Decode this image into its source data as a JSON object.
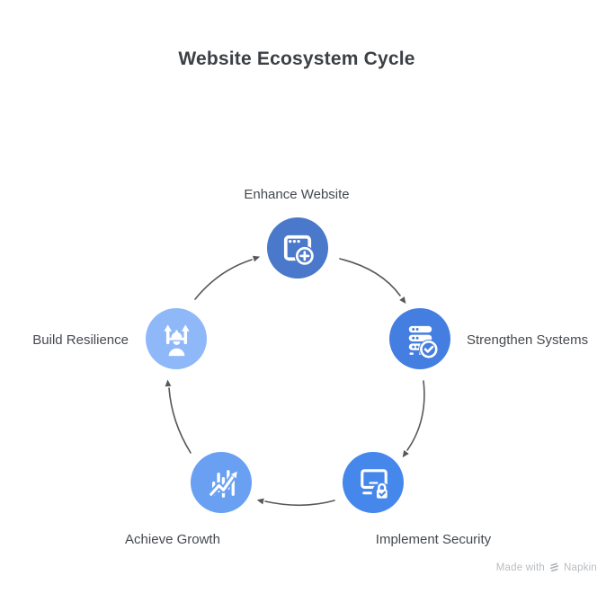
{
  "title": "Website Ecosystem Cycle",
  "nodes": [
    {
      "label": "Enhance Website",
      "icon": "browser-add-icon",
      "color": "#4a78ca"
    },
    {
      "label": "Strengthen Systems",
      "icon": "server-check-icon",
      "color": "#447ee0"
    },
    {
      "label": "Implement Security",
      "icon": "computer-lock-icon",
      "color": "#4687ec"
    },
    {
      "label": "Achieve Growth",
      "icon": "growth-chart-icon",
      "color": "#69a0f2"
    },
    {
      "label": "Build Resilience",
      "icon": "resilient-person-icon",
      "color": "#8fb8f9"
    }
  ],
  "arrow_color": "#55585c",
  "watermark": {
    "prefix": "Made with",
    "brand": "Napkin"
  }
}
